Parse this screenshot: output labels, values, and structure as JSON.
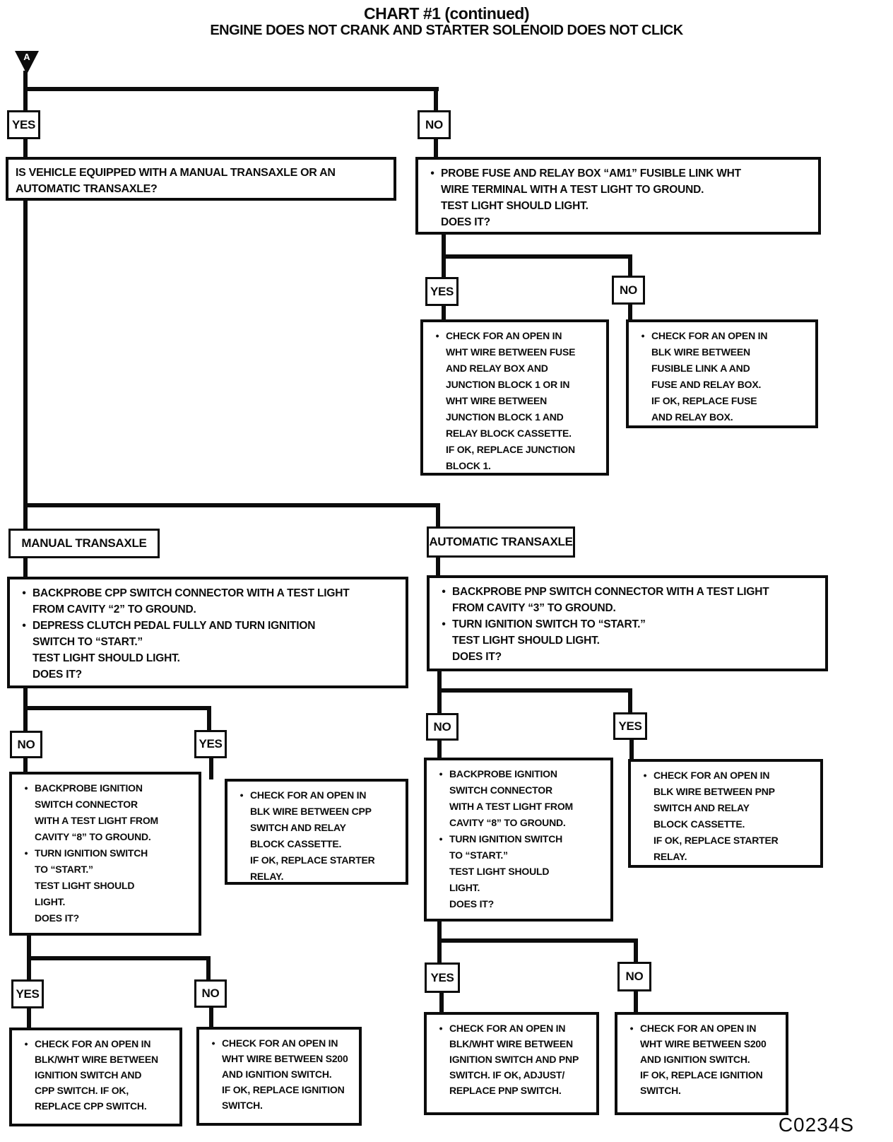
{
  "page": {
    "title_line1": "CHART #1 (continued)",
    "title_line2": "ENGINE DOES NOT CRANK AND STARTER SOLENOID DOES NOT CLICK",
    "connector_label": "A",
    "figure_code": "C0234S",
    "ink_color": "#0c0c0c",
    "paper_color": "#ffffff"
  },
  "labels": {
    "yes": "YES",
    "no": "NO",
    "manual": "MANUAL TRANSAXLE",
    "automatic": "AUTOMATIC TRANSAXLE"
  },
  "nodes": {
    "q_transaxle": {
      "text": "IS VEHICLE EQUIPPED WITH A MANUAL TRANSAXLE OR AN\nAUTOMATIC TRANSAXLE?"
    },
    "probe_fuse_relay": {
      "items": [
        {
          "bullet": true,
          "text": "PROBE FUSE AND RELAY BOX “AM1” FUSIBLE LINK WHT"
        },
        {
          "bullet": false,
          "text": "WIRE TERMINAL WITH A TEST LIGHT TO GROUND."
        },
        {
          "bullet": false,
          "text": "TEST LIGHT SHOULD LIGHT."
        },
        {
          "bullet": false,
          "text": "DOES IT?"
        }
      ]
    },
    "open_wht_junction": {
      "items": [
        {
          "bullet": true,
          "text": "CHECK FOR AN OPEN IN"
        },
        {
          "bullet": false,
          "text": "WHT WIRE BETWEEN FUSE"
        },
        {
          "bullet": false,
          "text": "AND RELAY BOX AND"
        },
        {
          "bullet": false,
          "text": "JUNCTION BLOCK 1 OR IN"
        },
        {
          "bullet": false,
          "text": "WHT WIRE BETWEEN"
        },
        {
          "bullet": false,
          "text": "JUNCTION BLOCK 1 AND"
        },
        {
          "bullet": false,
          "text": "RELAY BLOCK CASSETTE."
        },
        {
          "bullet": false,
          "text": "IF OK, REPLACE JUNCTION"
        },
        {
          "bullet": false,
          "text": "BLOCK 1."
        }
      ]
    },
    "open_blk_fusible": {
      "items": [
        {
          "bullet": true,
          "text": "CHECK FOR AN OPEN IN"
        },
        {
          "bullet": false,
          "text": "BLK WIRE BETWEEN"
        },
        {
          "bullet": false,
          "text": "FUSIBLE LINK A AND"
        },
        {
          "bullet": false,
          "text": "FUSE AND RELAY BOX."
        },
        {
          "bullet": false,
          "text": "IF OK, REPLACE FUSE"
        },
        {
          "bullet": false,
          "text": "AND RELAY BOX."
        }
      ]
    },
    "backprobe_cpp": {
      "items": [
        {
          "bullet": true,
          "text": "BACKPROBE CPP SWITCH CONNECTOR WITH A TEST LIGHT"
        },
        {
          "bullet": false,
          "text": "FROM CAVITY “2” TO GROUND."
        },
        {
          "bullet": true,
          "text": "DEPRESS CLUTCH PEDAL FULLY AND TURN IGNITION"
        },
        {
          "bullet": false,
          "text": "SWITCH TO “START.”"
        },
        {
          "bullet": false,
          "text": "TEST LIGHT SHOULD LIGHT."
        },
        {
          "bullet": false,
          "text": "DOES IT?"
        }
      ]
    },
    "backprobe_pnp": {
      "items": [
        {
          "bullet": true,
          "text": "BACKPROBE PNP SWITCH  CONNECTOR WITH A TEST LIGHT"
        },
        {
          "bullet": false,
          "text": "FROM CAVITY “3”  TO GROUND."
        },
        {
          "bullet": true,
          "text": "TURN IGNITION SWITCH TO “START.”"
        },
        {
          "bullet": false,
          "text": "TEST LIGHT SHOULD LIGHT."
        },
        {
          "bullet": false,
          "text": "DOES IT?"
        }
      ]
    },
    "backprobe_ign_manual": {
      "items": [
        {
          "bullet": true,
          "text": "BACKPROBE IGNITION"
        },
        {
          "bullet": false,
          "text": "SWITCH CONNECTOR"
        },
        {
          "bullet": false,
          "text": "WITH A TEST LIGHT FROM"
        },
        {
          "bullet": false,
          "text": "CAVITY “8” TO GROUND."
        },
        {
          "bullet": true,
          "text": "TURN IGNITION SWITCH"
        },
        {
          "bullet": false,
          "text": "TO “START.”"
        },
        {
          "bullet": false,
          "text": "TEST LIGHT SHOULD"
        },
        {
          "bullet": false,
          "text": "LIGHT."
        },
        {
          "bullet": false,
          "text": "DOES IT?"
        }
      ]
    },
    "open_blk_cpp": {
      "items": [
        {
          "bullet": true,
          "text": "CHECK FOR AN OPEN IN"
        },
        {
          "bullet": false,
          "text": "BLK WIRE BETWEEN CPP"
        },
        {
          "bullet": false,
          "text": "SWITCH AND RELAY"
        },
        {
          "bullet": false,
          "text": "BLOCK CASSETTE."
        },
        {
          "bullet": false,
          "text": "IF OK, REPLACE STARTER"
        },
        {
          "bullet": false,
          "text": "RELAY."
        }
      ]
    },
    "backprobe_ign_auto": {
      "items": [
        {
          "bullet": true,
          "text": "BACKPROBE IGNITION"
        },
        {
          "bullet": false,
          "text": "SWITCH CONNECTOR"
        },
        {
          "bullet": false,
          "text": "WITH A TEST LIGHT FROM"
        },
        {
          "bullet": false,
          "text": "CAVITY “8” TO GROUND."
        },
        {
          "bullet": true,
          "text": "TURN IGNITION SWITCH"
        },
        {
          "bullet": false,
          "text": "TO “START.”"
        },
        {
          "bullet": false,
          "text": "TEST LIGHT SHOULD"
        },
        {
          "bullet": false,
          "text": "LIGHT."
        },
        {
          "bullet": false,
          "text": "DOES IT?"
        }
      ]
    },
    "open_blk_pnp": {
      "items": [
        {
          "bullet": true,
          "text": "CHECK FOR AN OPEN IN"
        },
        {
          "bullet": false,
          "text": "BLK WIRE BETWEEN PNP"
        },
        {
          "bullet": false,
          "text": "SWITCH AND RELAY"
        },
        {
          "bullet": false,
          "text": "BLOCK CASSETTE."
        },
        {
          "bullet": false,
          "text": "IF OK, REPLACE STARTER"
        },
        {
          "bullet": false,
          "text": "RELAY."
        }
      ]
    },
    "open_blkwht_cpp": {
      "items": [
        {
          "bullet": true,
          "text": "CHECK FOR AN OPEN IN"
        },
        {
          "bullet": false,
          "text": "BLK/WHT WIRE BETWEEN"
        },
        {
          "bullet": false,
          "text": "IGNITION SWITCH AND"
        },
        {
          "bullet": false,
          "text": "CPP SWITCH. IF OK,"
        },
        {
          "bullet": false,
          "text": "REPLACE CPP SWITCH."
        }
      ]
    },
    "open_wht_s200_manual": {
      "items": [
        {
          "bullet": true,
          "text": "CHECK FOR AN OPEN IN"
        },
        {
          "bullet": false,
          "text": "WHT WIRE BETWEEN S200"
        },
        {
          "bullet": false,
          "text": "AND IGNITION SWITCH."
        },
        {
          "bullet": false,
          "text": "IF OK, REPLACE IGNITION"
        },
        {
          "bullet": false,
          "text": "SWITCH."
        }
      ]
    },
    "open_blkwht_pnp": {
      "items": [
        {
          "bullet": true,
          "text": "CHECK FOR AN OPEN IN"
        },
        {
          "bullet": false,
          "text": "BLK/WHT WIRE BETWEEN"
        },
        {
          "bullet": false,
          "text": "IGNITION SWITCH AND PNP"
        },
        {
          "bullet": false,
          "text": "SWITCH. IF OK, ADJUST/"
        },
        {
          "bullet": false,
          "text": "REPLACE PNP SWITCH."
        }
      ]
    },
    "open_wht_s200_auto": {
      "items": [
        {
          "bullet": true,
          "text": "CHECK FOR AN OPEN IN"
        },
        {
          "bullet": false,
          "text": "WHT WIRE BETWEEN S200"
        },
        {
          "bullet": false,
          "text": "AND IGNITION SWITCH."
        },
        {
          "bullet": false,
          "text": "IF OK, REPLACE IGNITION"
        },
        {
          "bullet": false,
          "text": "SWITCH."
        }
      ]
    }
  }
}
